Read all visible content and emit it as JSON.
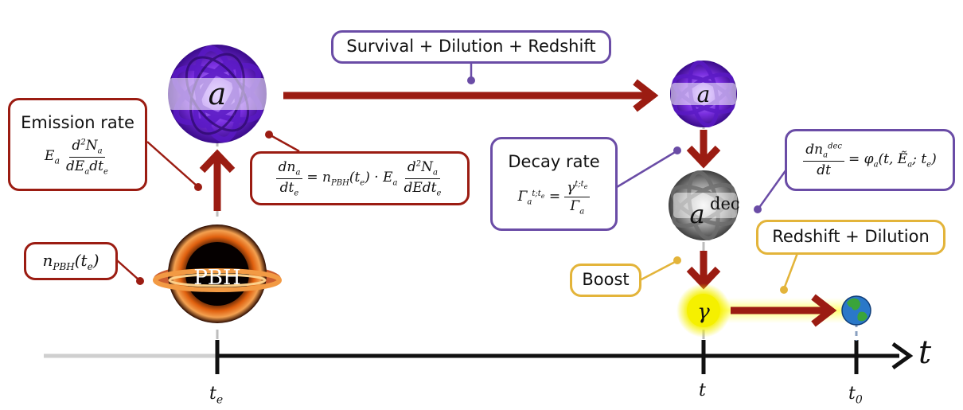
{
  "boxes": {
    "survival": "Survival + Dilution + Redshift",
    "emission_title": "Emission rate",
    "emission_formula": "E_a d²N_a / dE_a dt_e",
    "dnadte": "dn_a/dt_e = n_PBH(t_e) · E_a d²N_a/dE dt_e",
    "npbh": "n_PBH(t_e)",
    "decay_title": "Decay rate",
    "decay_formula": "Γ_a^{t;t_e} = γ^{t;t_e} / Γ_a",
    "dnadec": "dn_a^dec/dt = φ_a(t, Ẽ_a; t_e)",
    "boost": "Boost",
    "redshift_dilution": "Redshift + Dilution"
  },
  "nodes": {
    "axion_emitted": "a",
    "axion_later": "a",
    "axion_decay": "a",
    "axion_decay_sup": "dec",
    "pbh": "PBH",
    "photon": "γ"
  },
  "axis": {
    "label": "t",
    "ticks": [
      "t_e",
      "t",
      "t_0"
    ]
  },
  "colors": {
    "red": "#9b1c12",
    "purple": "#6a4ca6",
    "yellow": "#e3b43a",
    "black": "#111111",
    "gray_axis": "#cfcfcf"
  },
  "icons": [
    "black-hole-icon",
    "axion-cloud-icon",
    "photon-glow-icon",
    "earth-icon"
  ]
}
